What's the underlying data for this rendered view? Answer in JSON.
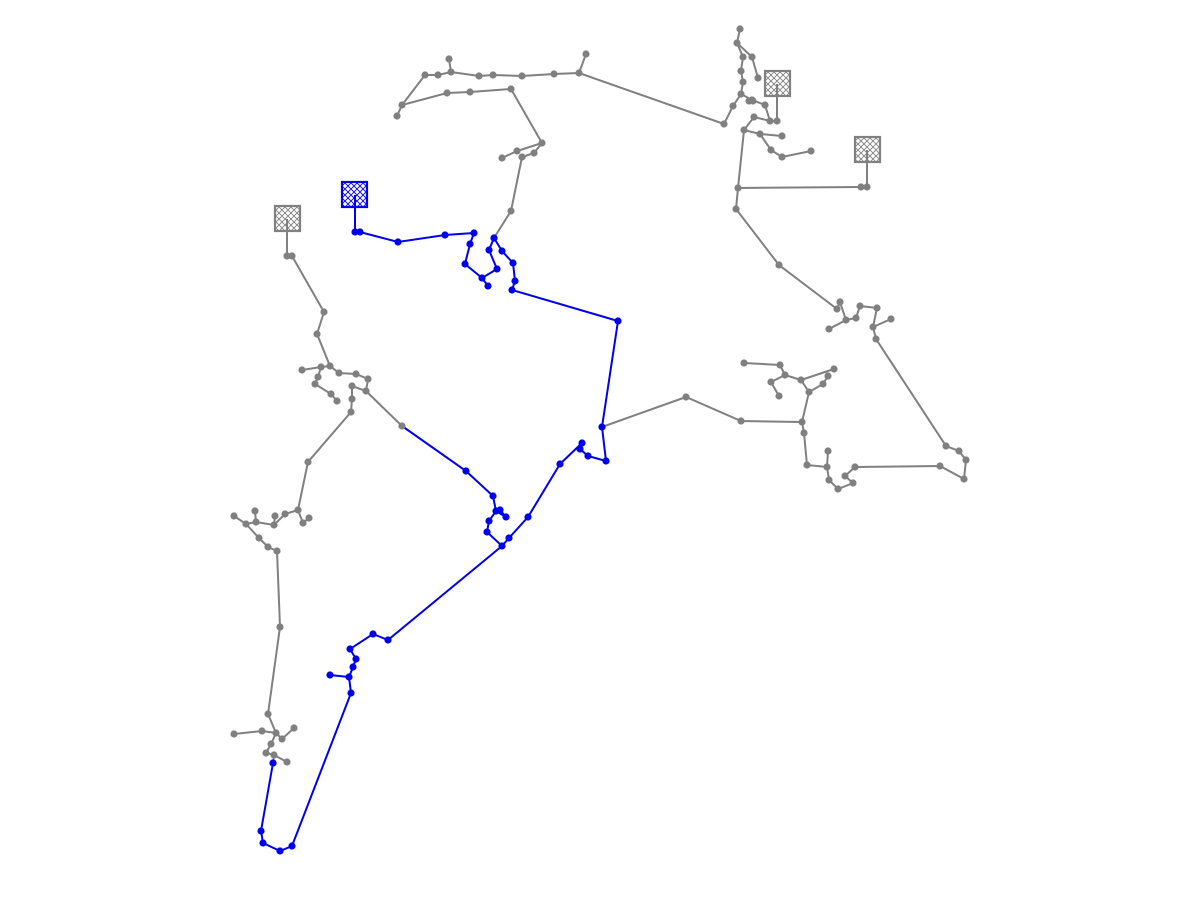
{
  "diagram": {
    "type": "power-network-graph",
    "colors": {
      "background": "#ffffff",
      "network": "#808080",
      "highlighted_feeder": "#0000ee"
    },
    "substation_icon": "hatched-square-substation-icon",
    "substations": [
      {
        "id": "sub-north-east",
        "highlighted": false
      },
      {
        "id": "sub-east",
        "highlighted": false
      },
      {
        "id": "sub-west",
        "highlighted": false
      },
      {
        "id": "sub-feeder",
        "highlighted": true
      }
    ],
    "feeders": [
      {
        "id": "grey-network",
        "highlighted": false
      },
      {
        "id": "blue-feeder",
        "highlighted": true
      }
    ]
  }
}
